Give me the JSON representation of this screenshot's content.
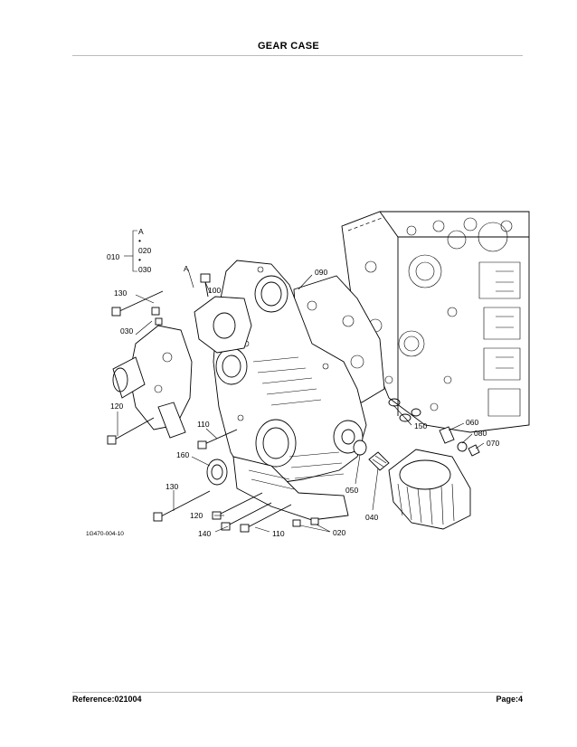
{
  "header": {
    "title": "GEAR CASE"
  },
  "footer": {
    "reference": "Reference:021004",
    "page": "Page:4"
  },
  "diagram": {
    "figure_code": "1G470-004-10",
    "group_callout": {
      "label": "010",
      "items": [
        "A",
        "020",
        "030"
      ]
    },
    "view_marker": "A",
    "callouts": {
      "c130a": "130",
      "c100": "100",
      "c090": "090",
      "c030": "030",
      "c120a": "120",
      "c110a": "110",
      "c150": "150",
      "c060": "060",
      "c080": "080",
      "c070": "070",
      "c160": "160",
      "c130b": "130",
      "c050": "050",
      "c040": "040",
      "c120b": "120",
      "c140": "140",
      "c110b": "110",
      "c020": "020"
    }
  }
}
